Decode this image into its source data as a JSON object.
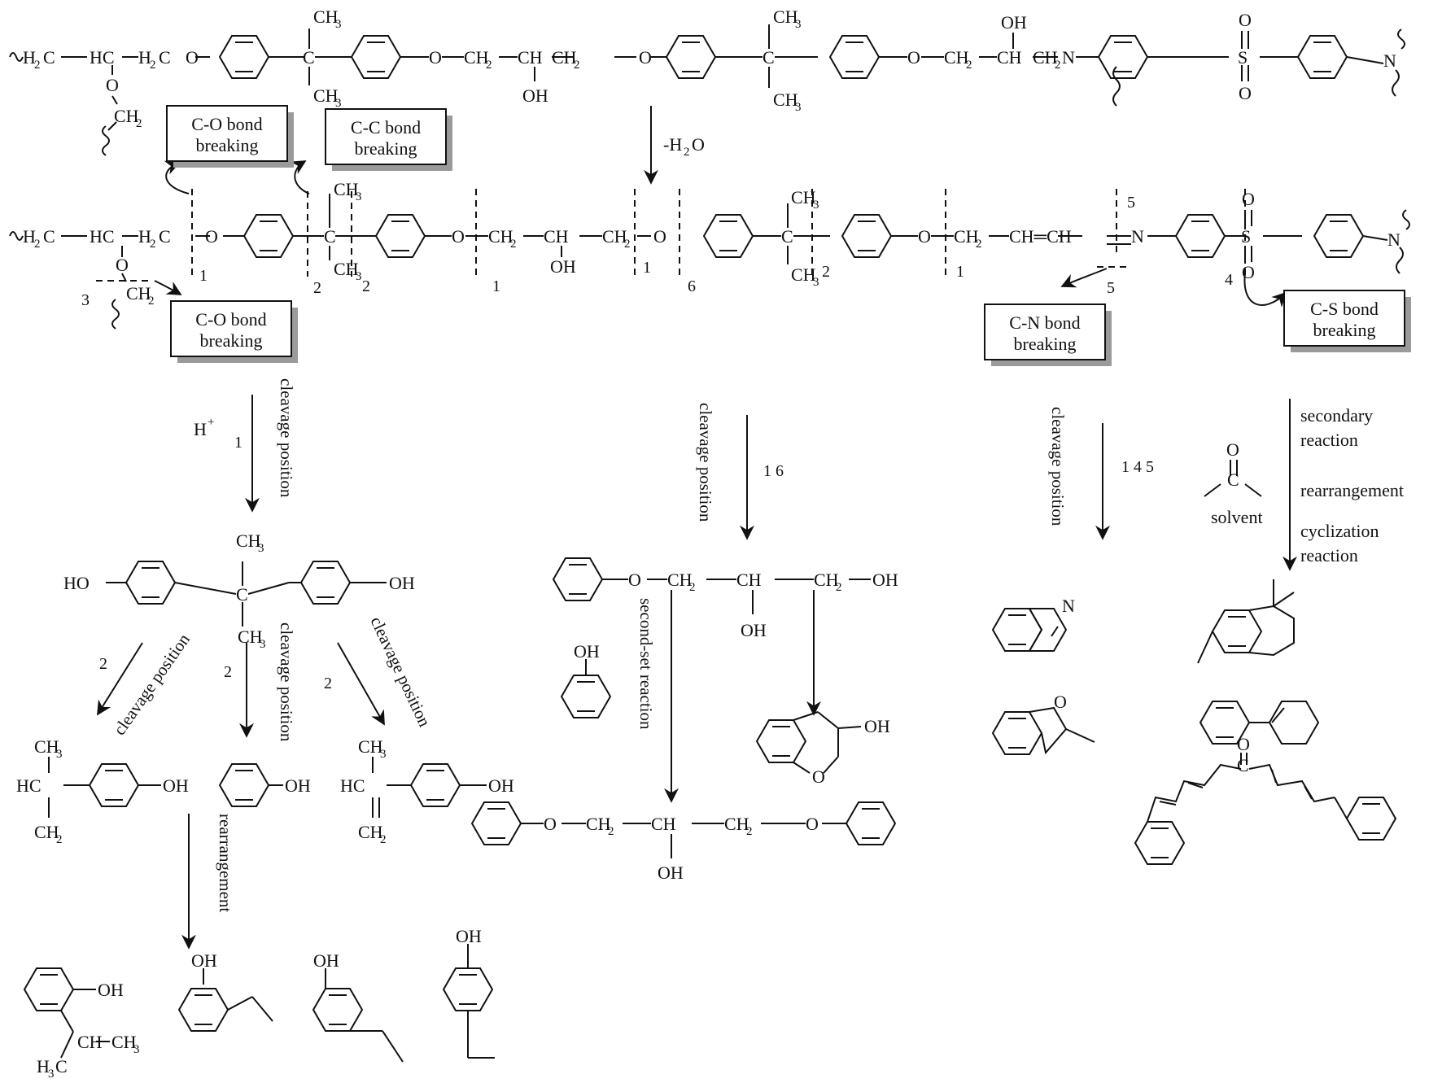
{
  "colors": {
    "ink": "#111111",
    "background": "#ffffff",
    "box_shadow": "#9a9a9a"
  },
  "bond_break_boxes": [
    {
      "id": "co-top",
      "line1": "C-O bond",
      "line2": "breaking"
    },
    {
      "id": "cc-top",
      "line1": "C-C bond",
      "line2": "breaking"
    },
    {
      "id": "co-bottom",
      "line1": "C-O bond",
      "line2": "breaking"
    },
    {
      "id": "cn",
      "line1": "C-N bond",
      "line2": "breaking"
    },
    {
      "id": "cs",
      "line1": "C-S bond",
      "line2": "breaking"
    }
  ],
  "arrow_labels": {
    "dehydration": "-H",
    "dehydration_sub": "2",
    "dehydration_tail": "O",
    "acid": "H",
    "acid_sup": "+",
    "cleavage_position": "cleavage  position",
    "second_set_reaction": "second-set reaction",
    "rearrangement": "rearrangement",
    "secondary_reaction": "secondary",
    "secondary_reaction_2": "reaction",
    "rearrangement_right": "rearrangement",
    "cyclization": "cyclization",
    "cyclization_2": "reaction",
    "solvent": "solvent",
    "pos_left": "1",
    "pos_middle": "1  6",
    "pos_right": "1 4 5",
    "pos_two": "2"
  },
  "cut_numbers": {
    "mid_row": [
      "1",
      "2",
      "2",
      "3",
      "1",
      "1",
      "6",
      "2",
      "1",
      "5",
      "5",
      "4"
    ]
  },
  "atom_labels": {
    "H2C": "H",
    "H2C_2": "2",
    "H2C_3": "C",
    "HC": "HC",
    "O": "O",
    "CH2": "CH",
    "CH2_sub": "2",
    "CH3": "CH",
    "CH3_sub": "3",
    "C": "C",
    "CH": "CH",
    "OH": "OH",
    "HO": "HO",
    "N": "N",
    "S": "S",
    "H3C": "H",
    "H3C_sub": "3",
    "CH_eq": "CH═CH",
    "HC_eq": "HC"
  }
}
